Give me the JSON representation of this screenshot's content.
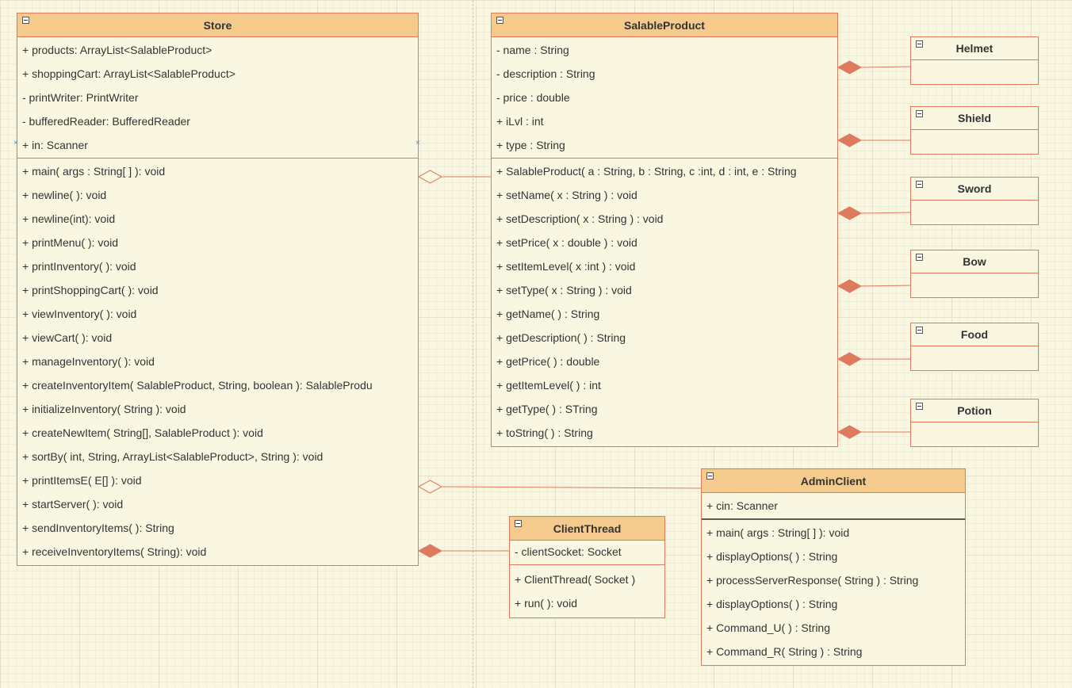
{
  "classes": {
    "store": {
      "name": "Store",
      "attributes": [
        "+ products: ArrayList<SalableProduct>",
        "+ shoppingCart: ArrayList<SalableProduct>",
        "- printWriter: PrintWriter",
        "- bufferedReader: BufferedReader",
        "+ in: Scanner"
      ],
      "operations": [
        "+ main( args : String[ ] ): void",
        "+ newline( ): void",
        "+ newline(int): void",
        "+ printMenu( ): void",
        "+ printInventory( ): void",
        "+ printShoppingCart( ): void",
        "+ viewInventory( ): void",
        "+ viewCart( ):  void",
        "+ manageInventory( ): void",
        "+ createInventoryItem( SalableProduct, String, boolean ): SalableProdu",
        "+ initializeInventory( String ): void",
        "+ createNewItem( String[], SalableProduct ): void",
        "+ sortBy( int, String, ArrayList<SalableProduct>, String ): void",
        "+ printItemsE( E[] ): void",
        "+ startServer( ): void",
        "+ sendInventoryItems( ): String",
        "+ receiveInventoryItems( String): void"
      ]
    },
    "salable_product": {
      "name": "SalableProduct",
      "attributes": [
        "- name : String",
        "- description : String",
        "- price : double",
        "+ iLvl : int",
        "+ type : String"
      ],
      "operations": [
        "+ SalableProduct( a : String, b : String, c :int, d : int, e : String",
        "+ setName( x : String ) : void",
        "+ setDescription( x : String ) : void",
        "+ setPrice( x : double ) : void",
        "+ setItemLevel( x :int ) : void",
        "+ setType( x : String ) : void",
        "+ getName( ) : String",
        "+ getDescription( ) : String",
        "+ getPrice( ) : double",
        "+ getItemLevel( ) : int",
        "+ getType( ) : STring",
        "+ toString( ) : String"
      ]
    },
    "helmet": {
      "name": "Helmet"
    },
    "shield": {
      "name": "Shield"
    },
    "sword": {
      "name": "Sword"
    },
    "bow": {
      "name": "Bow"
    },
    "food": {
      "name": "Food"
    },
    "potion": {
      "name": "Potion"
    },
    "admin_client": {
      "name": "AdminClient",
      "attributes": [
        "+ cin: Scanner"
      ],
      "operations": [
        "+ main( args : String[ ] ): void",
        "+ displayOptions( ) : String",
        "+ processServerResponse( String ) : String",
        "+ displayOptions( ) : String",
        "+ Command_U( ) : String",
        "+ Command_R( String ) : String"
      ]
    },
    "client_thread": {
      "name": "ClientThread",
      "attributes": [
        "- clientSocket: Socket"
      ],
      "operations": [
        "+ ClientThread( Socket )",
        "+ run( ): void"
      ]
    }
  },
  "relationships": [
    {
      "kind": "aggregation",
      "whole": "Store",
      "part": "SalableProduct"
    },
    {
      "kind": "aggregation",
      "whole": "Store",
      "part": "AdminClient"
    },
    {
      "kind": "composition",
      "whole": "Store",
      "part": "ClientThread"
    },
    {
      "kind": "composition",
      "whole": "SalableProduct",
      "part": "Helmet"
    },
    {
      "kind": "composition",
      "whole": "SalableProduct",
      "part": "Shield"
    },
    {
      "kind": "composition",
      "whole": "SalableProduct",
      "part": "Sword"
    },
    {
      "kind": "composition",
      "whole": "SalableProduct",
      "part": "Bow"
    },
    {
      "kind": "composition",
      "whole": "SalableProduct",
      "part": "Food"
    },
    {
      "kind": "composition",
      "whole": "SalableProduct",
      "part": "Potion"
    }
  ],
  "colors": {
    "canvas": "#f9f7e2",
    "class_header": "#f5cb8d",
    "class_border": "#e07a5f",
    "connector": "#e07a5f",
    "text": "#333333"
  }
}
